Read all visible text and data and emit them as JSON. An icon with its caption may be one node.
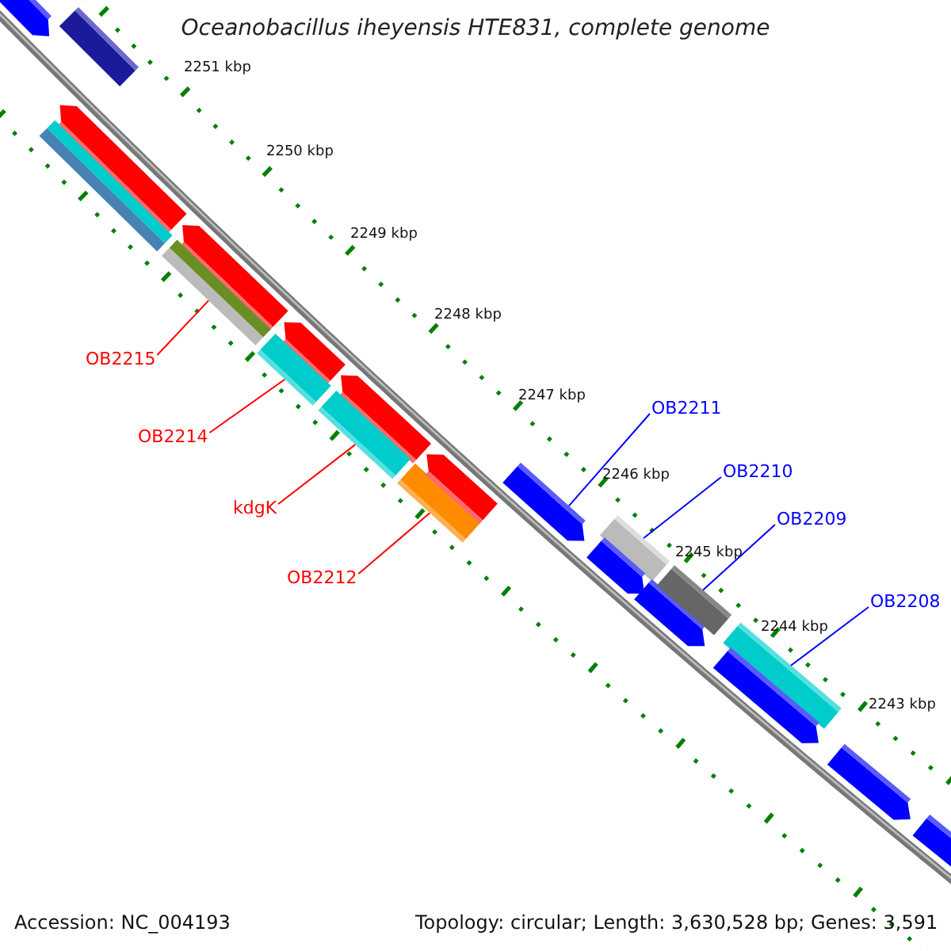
{
  "diagram": {
    "title": "Oceanobacillus iheyensis HTE831, complete genome",
    "nodes": [
      {
        "text": [
          "OB2215"
        ]
      },
      {
        "text": [
          "OB2214"
        ]
      },
      {
        "text": [
          "kdgK"
        ]
      },
      {
        "text": [
          "OB2212"
        ]
      },
      {
        "text": [
          "OB2211"
        ]
      },
      {
        "text": [
          "OB2210"
        ]
      },
      {
        "text": [
          "OB2209"
        ]
      },
      {
        "text": [
          "OB2208"
        ]
      },
      {
        "text": [],
        "shape": "bar"
      },
      {
        "text": [],
        "shape": "bar"
      },
      {
        "text": [],
        "shape": "bar"
      },
      {
        "text": [],
        "shape": "bar"
      },
      {
        "text": [],
        "shape": "bar"
      },
      {
        "text": [],
        "shape": "bar"
      },
      {
        "text": [],
        "shape": "bar"
      },
      {
        "text": [],
        "shape": "bar"
      },
      {
        "text": [],
        "shape": "bar"
      },
      {
        "text": [],
        "shape": "bar"
      },
      {
        "text": [],
        "shape": "bar"
      },
      {
        "text": [],
        "shape": "bar"
      },
      {
        "text": [],
        "shape": "bar"
      },
      {
        "text": [],
        "shape": "bar"
      },
      {
        "text": [],
        "shape": "bar"
      },
      {
        "text": [],
        "shape": "bar"
      },
      {
        "text": [],
        "shape": "bar"
      },
      {
        "text": [],
        "shape": "bar"
      },
      {
        "text": [],
        "shape": "bar"
      },
      {
        "text": [],
        "shape": "bar"
      },
      {
        "text": [],
        "shape": "bar"
      }
    ],
    "edges": [
      {
        "from": 0,
        "to": 13,
        "arrow": "none",
        "color": "#ff0000"
      },
      {
        "from": 1,
        "to": 15,
        "arrow": "none",
        "color": "#ff0000"
      },
      {
        "from": 2,
        "to": 17,
        "arrow": "none",
        "color": "#ff0000"
      },
      {
        "from": 3,
        "to": 18,
        "arrow": "none",
        "color": "#ff0000"
      },
      {
        "from": 4,
        "to": 20,
        "arrow": "none",
        "color": "#0000ff"
      },
      {
        "from": 5,
        "to": 21,
        "arrow": "none",
        "color": "#0000ff"
      },
      {
        "from": 6,
        "to": 24,
        "arrow": "none",
        "color": "#0000ff"
      },
      {
        "from": 7,
        "to": 25,
        "arrow": "none",
        "color": "#0000ff"
      }
    ],
    "labels": [
      "2251 kbp",
      "2250 kbp",
      "2249 kbp",
      "2248 kbp",
      "2247 kbp",
      "2246 kbp",
      "2245 kbp",
      "2244 kbp",
      "2243 kbp",
      "Accession: NC_004193",
      "Topology: circular; Length: 3,630,528 bp; Genes: 3,591"
    ]
  }
}
